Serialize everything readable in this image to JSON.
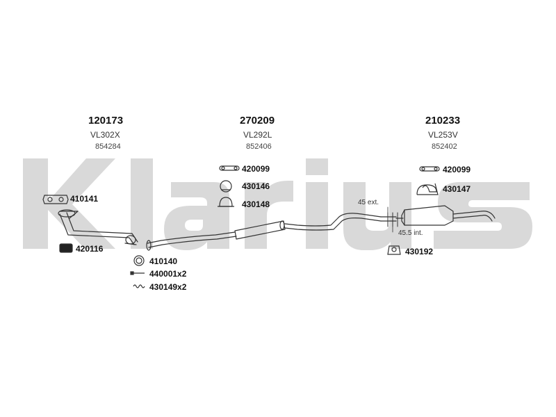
{
  "watermark": {
    "text": "Klarius",
    "color": "#d8d8d8"
  },
  "sections": [
    {
      "main": "120173",
      "ref1": "VL302X",
      "ref2": "854284"
    },
    {
      "main": "270209",
      "ref1": "VL292L",
      "ref2": "852406"
    },
    {
      "main": "210233",
      "ref1": "VL253V",
      "ref2": "852402"
    }
  ],
  "parts": {
    "p410141": "410141",
    "p420116": "420116",
    "p410140": "410140",
    "p440001": "440001x2",
    "p430149": "430149x2",
    "p420099a": "420099",
    "p430146": "430146",
    "p430148": "430148",
    "p420099b": "420099",
    "p430147": "430147",
    "p430192": "430192"
  },
  "notes": {
    "ext": "45 ext.",
    "int": "45.5 int."
  }
}
